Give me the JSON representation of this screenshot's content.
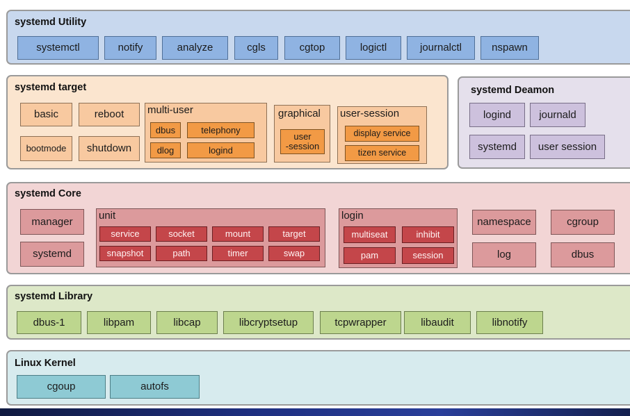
{
  "utility": {
    "title": "systemd Utility",
    "items": [
      "systemctl",
      "notify",
      "analyze",
      "cgls",
      "cgtop",
      "logictl",
      "journalctl",
      "nspawn"
    ]
  },
  "target": {
    "title": "systemd target",
    "basic": "basic",
    "reboot": "reboot",
    "bootmode": "bootmode",
    "shutdown": "shutdown",
    "multi_user": {
      "label": "multi-user",
      "items": [
        "dbus",
        "telephony",
        "dlog",
        "logind"
      ]
    },
    "graphical": {
      "label": "graphical",
      "item": "user\n-session"
    },
    "user_session": {
      "label": "user-session",
      "items": [
        "display service",
        "tizen service"
      ]
    }
  },
  "daemon": {
    "title": "systemd Deamon",
    "items": [
      "logind",
      "journald",
      "systemd",
      "user session"
    ]
  },
  "core": {
    "title": "systemd Core",
    "manager": "manager",
    "systemd": "systemd",
    "unit": {
      "label": "unit",
      "items": [
        "service",
        "socket",
        "mount",
        "target",
        "snapshot",
        "path",
        "timer",
        "swap"
      ]
    },
    "login": {
      "label": "login",
      "items": [
        "multiseat",
        "inhibit",
        "pam",
        "session"
      ]
    },
    "namespace": "namespace",
    "cgroup": "cgroup",
    "log": "log",
    "dbus": "dbus"
  },
  "library": {
    "title": "systemd Library",
    "items": [
      "dbus-1",
      "libpam",
      "libcap",
      "libcryptsetup",
      "tcpwrapper",
      "libaudit",
      "libnotify"
    ]
  },
  "kernel": {
    "title": "Linux Kernel",
    "items": [
      "cgoup",
      "autofs"
    ]
  }
}
